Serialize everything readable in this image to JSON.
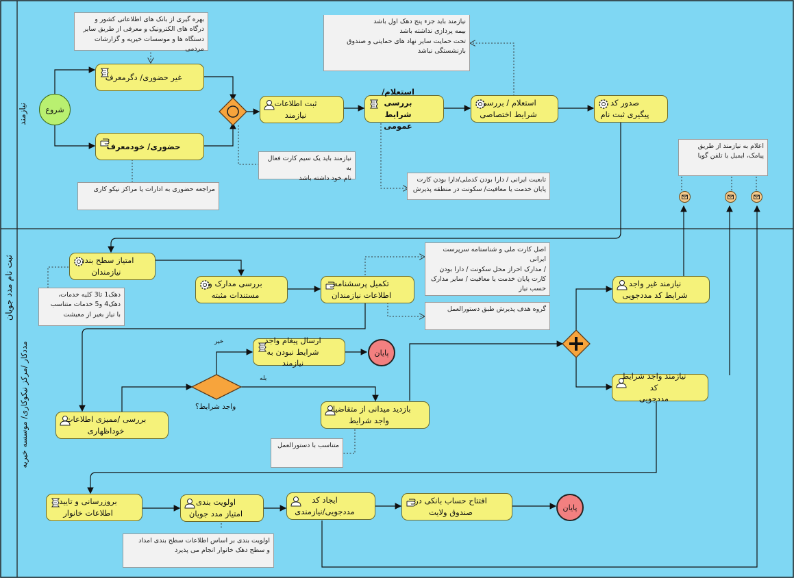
{
  "lanes": {
    "top": "نیازمند",
    "bottom": "ثبت نام مدد جویان",
    "bottom_sub": "مددکار /مرکز نیکوکاری/ موسسه خیریه"
  },
  "events": {
    "start": "شروع",
    "end1": "پایان",
    "end2": "پایان"
  },
  "tasks": {
    "t_ghair": "غیر حضوری/ دگرمعرف",
    "t_hozori": "حضوری/ خودمعرف",
    "t_sabt": "ثبت اطلاعات\nنیازمند",
    "t_barresi_omoomi": "استعلام/ بررسی\nشرایط عمومی",
    "t_ekhtesasi": "استعلام / بررسی\nشرایط اختصاصی",
    "t_sodoor": "صدور کد\nپیگیری ثبت نام",
    "t_emtiaz_sath": "امتیاز سطح بندی\nنیازمندان",
    "t_madarek": "بررسی مدارک و\nمستندات مثبته",
    "t_porseshname": "تکمیل پرسشنامه\nاطلاعات نیازمندان",
    "t_ghair_vajed": "نیازمند غیر واجد\nشرایط کد مددجویی",
    "t_payam": "ارسال پیغام واجد\nشرایط نبودن به نیازمند",
    "t_vajed": "نیازمند واجد شرایط کد\nمددجویی",
    "t_bazdid": "بازدید میدانی از متقاضیان\nواجد شرایط",
    "t_khodezhari": "بررسی /ممیزی اطلاعات\nخوداظهاری",
    "t_beroozresani": "بروزرسانی و تایید\nاطلاعات خانوار",
    "t_olaviat": "اولویت بندی\nامتیاز مدد جویان",
    "t_ijad_kod": "ایجاد کد\nمددجویی/نیازمندی",
    "t_hesab": "افتتاح حساب بانکی در\nصندوق ولایت"
  },
  "notes": {
    "n_top": "بهره گیری از بانک های اطلاعاتی کشور و\nدرگاه های الکترونیک و معرفی از طریق سایر\nدستگاه ها و موسسات خیریه و گزارشات مردمی",
    "n_right_top": "نیازمند باید جزء پنج دهک اول باشد\nبیمه پردازی نداشته باشد\nتحت حمایت سایر نهاد های حمایتی و صندوق\nبازنشستگی نباشد",
    "n_sim": "نیازمند باید یک سیم کارت فعال به\nنام خود داشته باشد",
    "n_moraje": "مراجعه حضوری به ادارات یا مراکز نیکو کاری",
    "n_tabeiat": "تابعیت ایرانی / دارا بودن کدملی/دارا بودن کارت\nپایان خدمت یا معافیت/ سکونت در منطقه پذیرش",
    "n_elam": "اعلام به نیازمند از طریق\nپیامک، ایمیل یا تلفن گویا",
    "n_dahak": "دهک1 تا3  کلیه خدمات،\nدهک4  و5  خدمات متناسب\nبا نیاز بغیر از معیشت",
    "n_asl": "اصل کارت ملی و شناسنامه سرپرست ایرانی\n/ مدارک احراز محل سکونت / دارا بودن\nکارت پایان خدمت یا معافیت / سایر مدارک\nحسب نیاز",
    "n_grooh": "گروه هدف پذیرش طبق دستورالعمل",
    "n_motenaseb": "متناسب با دستورالعمل",
    "n_olaviat": "اولویت بندی بر اساس اطلاعات سطح بندی امداد\nو سطح دهک خانوار انجام می پذیرد"
  },
  "labels": {
    "gateway_q": "واجد شرایط؟",
    "kheir": "خیر",
    "bale": "بله"
  },
  "colors": {
    "lane_bg": "#7fd7f3",
    "task_fill": "#f5f27a",
    "gateway_fill": "#f7a43c",
    "start_fill": "#b9f070",
    "end_fill": "#f28080"
  }
}
